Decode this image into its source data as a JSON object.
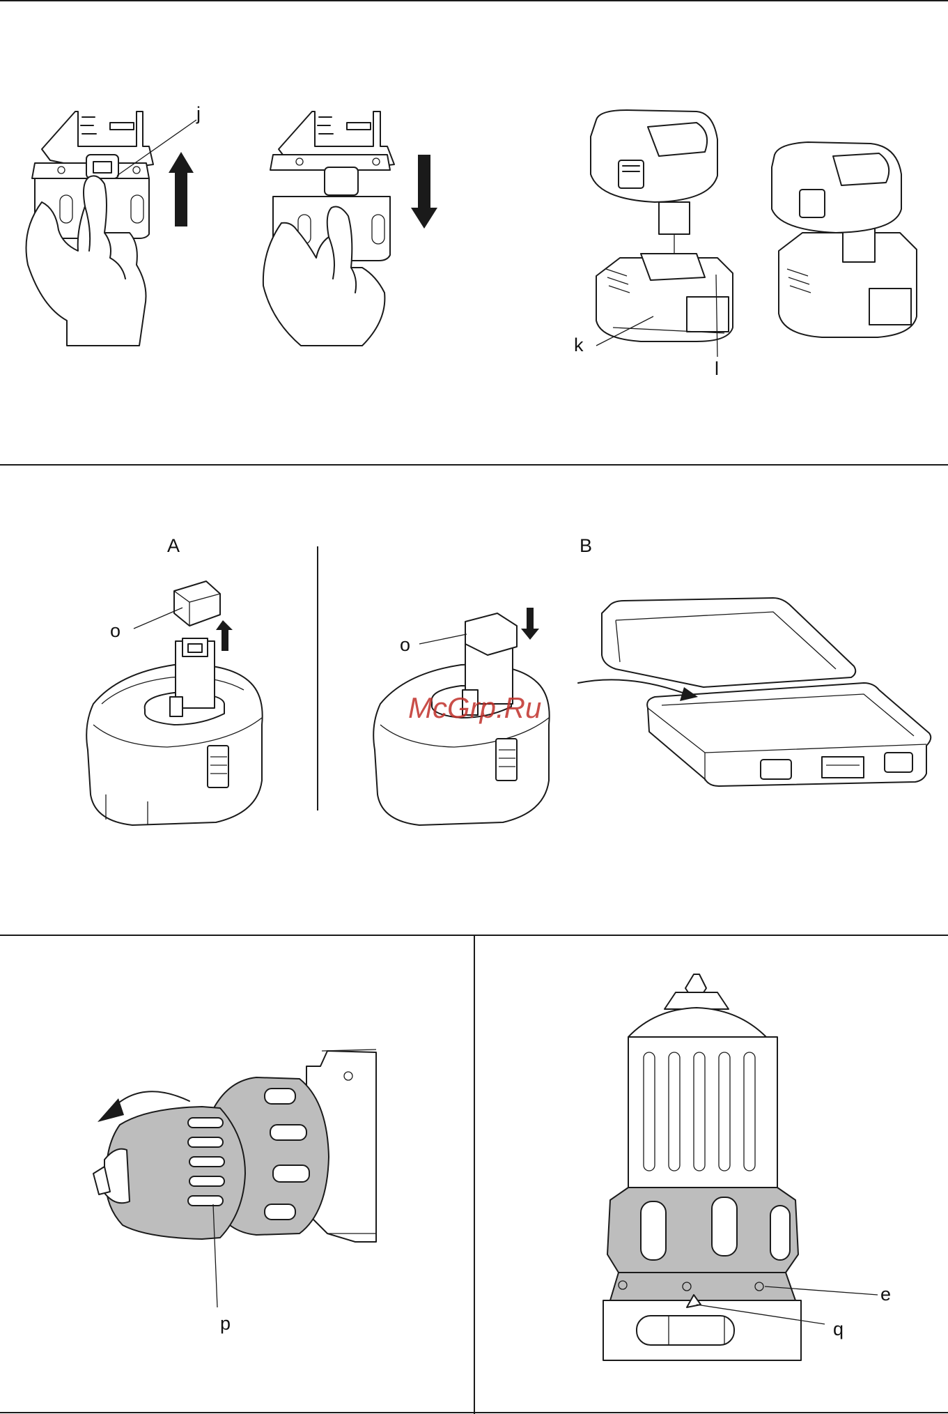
{
  "labels": {
    "j": "j",
    "k": "k",
    "l": "l",
    "panel_a": "A",
    "panel_b": "B",
    "o_left": "o",
    "o_right": "o",
    "p": "p",
    "e": "e",
    "q": "q"
  },
  "watermark": "McGrp.Ru",
  "colors": {
    "line": "#1a1a1a",
    "grey_fill": "#bdbdbd",
    "watermark": "#c0302a"
  }
}
